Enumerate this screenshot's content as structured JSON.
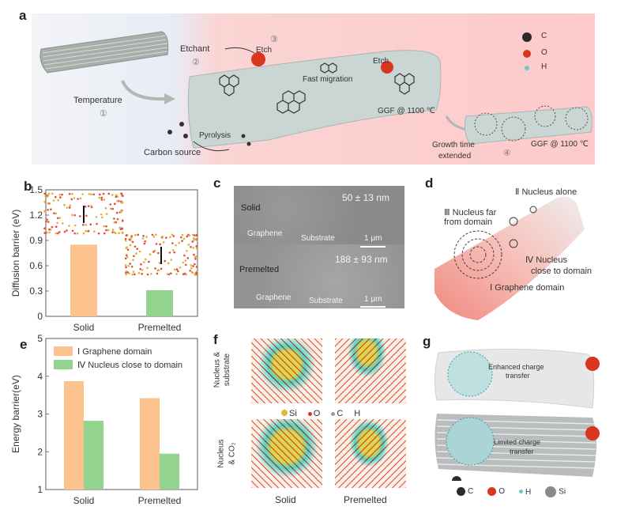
{
  "panel_labels": {
    "a": "a",
    "b": "b",
    "c": "c",
    "d": "d",
    "e": "e",
    "f": "f",
    "g": "g"
  },
  "panel_a": {
    "temperature": "Temperature",
    "step1": "①",
    "etchant": "Etchant",
    "step2": "②",
    "step3": "③",
    "etch1": "Etch",
    "etch2": "Etch",
    "fast_migration": "Fast migration",
    "pyrolysis": "Pyrolysis",
    "carbon_source": "Carbon source",
    "ggf1": "GGF @ 1100 ℃",
    "growth_time_1": "Growth time",
    "growth_time_2": "extended",
    "step4": "④",
    "ggf2": "GGF @ 1100 ℃",
    "legend": [
      {
        "label": "C",
        "color": "#2b2b2b"
      },
      {
        "label": "O",
        "color": "#d9351f"
      },
      {
        "label": "H",
        "color": "#6cc7c9"
      }
    ]
  },
  "panel_c": {
    "top_label": "Solid",
    "top_size": "50 ± 13 nm",
    "bottom_label": "Premelted",
    "bottom_size": "188 ± 93 nm",
    "graphene": "Graphene",
    "substrate": "Substrate",
    "scale": "1 μm"
  },
  "panel_d": {
    "n2": "Ⅱ Nucleus alone",
    "n3a": "Ⅲ Nucleus far",
    "n3b": "from domain",
    "n4a": "Ⅳ Nucleus",
    "n4b": "close to domain",
    "n1": "Ⅰ Graphene domain"
  },
  "panel_f": {
    "row1a": "Nucleus &",
    "row1b": "substrate",
    "row2a": "Nucleus",
    "row2b": "& CO₂",
    "col1": "Solid",
    "col2": "Premelted",
    "legend": [
      {
        "label": "Si",
        "color": "#e0b83a"
      },
      {
        "label": "O",
        "color": "#e0302a"
      },
      {
        "label": "C",
        "color": "#9a9a9a"
      },
      {
        "label": "H",
        "color": "#ffffff"
      }
    ]
  },
  "panel_g": {
    "enhanced_1": "Enhanced charge",
    "enhanced_2": "transfer",
    "limited_1": "Limited charge",
    "limited_2": "transfer",
    "legend": [
      {
        "label": "C",
        "color": "#2b2b2b"
      },
      {
        "label": "O",
        "color": "#d9351f"
      },
      {
        "label": "H",
        "color": "#6cc7c9"
      },
      {
        "label": "Si",
        "color": "#8a8a8a"
      }
    ]
  },
  "chart_data": [
    {
      "type": "bar",
      "panel": "b",
      "categories": [
        "Solid",
        "Premelted"
      ],
      "values": [
        0.85,
        0.31
      ],
      "colors": [
        "#fcc38f",
        "#92d48e"
      ],
      "xlabel": "",
      "ylabel": "Diffusion barrier (eV)",
      "ylim": [
        0,
        1.5
      ],
      "yticks": [
        "0",
        "0.3",
        "0.6",
        "0.9",
        "1.2",
        "1.5"
      ]
    },
    {
      "type": "bar",
      "panel": "e",
      "categories": [
        "Solid",
        "Premelted"
      ],
      "series": [
        {
          "name": "Ⅰ Graphene domain",
          "values": [
            3.87,
            3.42
          ],
          "color": "#fcc38f"
        },
        {
          "name": "Ⅳ Nucleus close to domain",
          "values": [
            2.82,
            1.95
          ],
          "color": "#92d48e"
        }
      ],
      "xlabel": "",
      "ylabel": "Energy barrier(eV)",
      "ylim": [
        1,
        5
      ],
      "yticks": [
        "1",
        "2",
        "3",
        "4",
        "5"
      ],
      "legend": "top-left"
    }
  ]
}
